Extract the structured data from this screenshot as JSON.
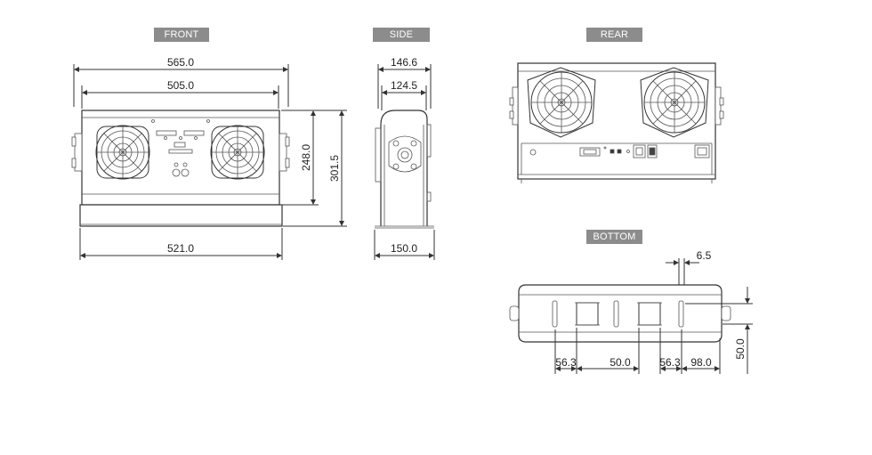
{
  "views": {
    "front": "FRONT",
    "side": "SIDE",
    "rear": "REAR",
    "bottom": "BOTTOM"
  },
  "dimensions": {
    "front_overall_width": "565.0",
    "front_inner_width": "505.0",
    "front_base_width": "521.0",
    "front_body_height": "248.0",
    "front_overall_height": "301.5",
    "side_overall_depth": "146.6",
    "side_inner_depth": "124.5",
    "side_base_depth": "150.0",
    "bottom_slot_width": "6.5",
    "bottom_offset_a": "56.3",
    "bottom_spacing_a": "50.0",
    "bottom_offset_b": "56.3",
    "bottom_spacing_b": "98.0",
    "bottom_depth": "50.0"
  }
}
